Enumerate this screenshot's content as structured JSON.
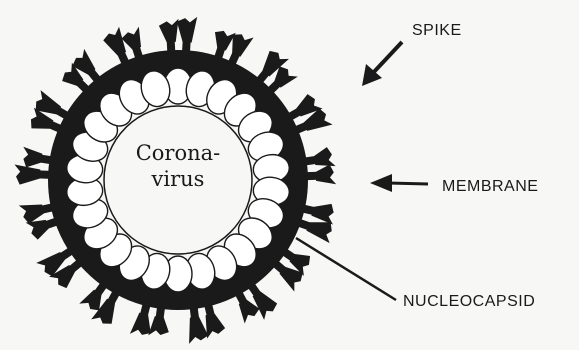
{
  "diagram": {
    "center_label_line1": "Corona-",
    "center_label_line2": "virus",
    "labels": {
      "spike": "SPIKE",
      "membrane": "MEMBRANE",
      "nucleocapsid": "NUCLEOCAPSID"
    },
    "colors": {
      "ink": "#1a1a1a",
      "background": "#f7f7f5",
      "capsid_fill": "#ffffff"
    }
  }
}
